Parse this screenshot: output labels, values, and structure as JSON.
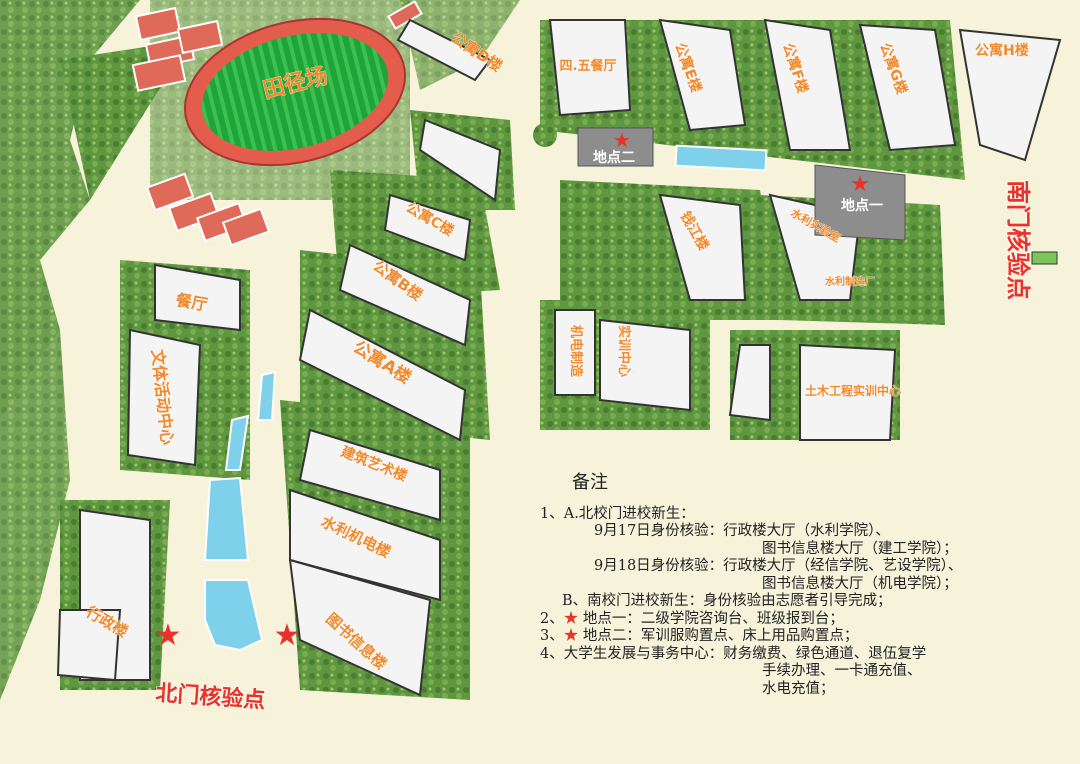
{
  "map": {
    "labels": {
      "track": "田径场",
      "dorm_d": "公寓D楼",
      "canteen_45": "四.五餐厅",
      "dorm_e": "公寓E楼",
      "dorm_f": "公寓F楼",
      "dorm_g": "公寓G楼",
      "dorm_h": "公寓H楼",
      "dorm_c": "公寓C楼",
      "dorm_b": "公寓B楼",
      "dorm_a": "公寓A楼",
      "canteen": "餐厅",
      "sports_center": "文体活动中心",
      "admin": "行政楼",
      "architecture": "建筑艺术楼",
      "hydro": "水利机电楼",
      "library": "图书信息楼",
      "qianjiang": "钱江楼",
      "mechatronic": "机电制造",
      "training": "实训中心",
      "civil": "土木工程实训中心",
      "hydraulic_lab": "水利实验室",
      "hydraulic_factory": "水利制造厂"
    },
    "points": {
      "point1_label": "地点一",
      "point2_label": "地点二"
    },
    "gates": {
      "south": "南门核验点",
      "north": "北门核验点"
    }
  },
  "legend": {
    "title": "备注",
    "lines": [
      "1、A.北校门进校新生：",
      "9月17日身份核验：行政楼大厅（水利学院）、",
      "图书信息楼大厅（建工学院）；",
      "9月18日身份核验：行政楼大厅（经信学院、艺设学院）、",
      "图书信息楼大厅（机电学院）；",
      "B、南校门进校新生：身份核验由志愿者引导完成；",
      "2、",
      "地点一：二级学院咨询台、班级报到台；",
      "3、",
      "地点二：军训服购置点、床上用品购置点；",
      "4、大学生发展与事务中心：财务缴费、绿色通道、退伍复学",
      "手续办理、一卡通充值、",
      "水电充值；"
    ]
  },
  "colors": {
    "grass": "#5a8f3a",
    "building": "#f4f4f4",
    "star": "#e8322a",
    "label": "#f08a2c",
    "water": "#7fd0ea",
    "track_red": "#e45c4c"
  }
}
